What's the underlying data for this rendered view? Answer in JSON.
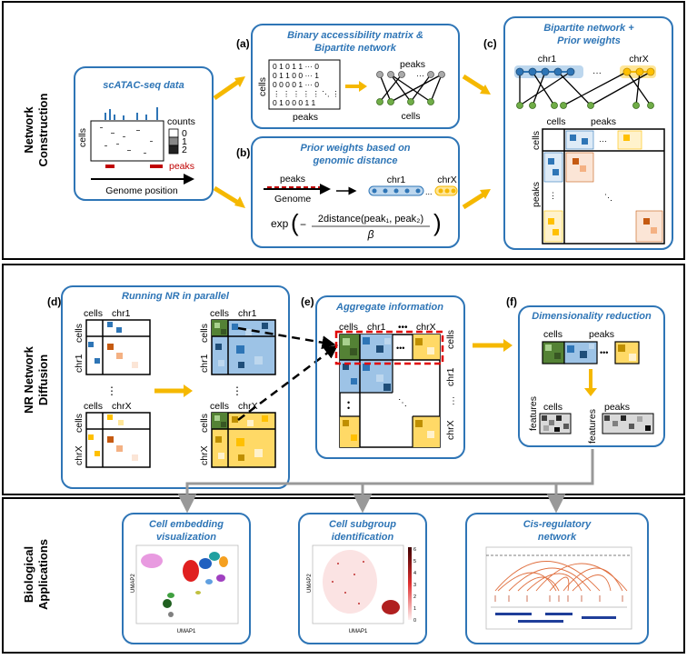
{
  "sections": {
    "network": {
      "line1": "Network",
      "line2": "Construction"
    },
    "diffusion": {
      "line1": "NR Network",
      "line2": "Diffusion"
    },
    "applications": {
      "line1": "Biological",
      "line2": "Applications"
    }
  },
  "panel_labels": {
    "a": "(a)",
    "b": "(b)",
    "c": "(c)",
    "d": "(d)",
    "e": "(e)",
    "f": "(f)"
  },
  "scatac": {
    "title": "scATAC-seq data",
    "cells": "cells",
    "counts": "counts",
    "count_levels": [
      "0",
      "1",
      "2"
    ],
    "peaks": "peaks",
    "genome_position": "Genome position"
  },
  "panel_a": {
    "title_line1": "Binary accessibility matrix &",
    "title_line2": "Bipartite network",
    "matrix_rows": [
      "0 1 0 1 1 ··· 0",
      "0 1 1 0 0 ··· 1",
      "0 0 0 0 1 ··· 0",
      "⋮  ⋮  ⋮  ⋮  ⋮  ⋱  ⋮",
      "0 1 0 0 0 1 1"
    ],
    "cells": "cells",
    "peaks": "peaks",
    "net_peaks": "peaks",
    "net_cells": "cells"
  },
  "panel_b": {
    "title_line1": "Prior weights based on",
    "title_line2": "genomic distance",
    "peaks": "peaks",
    "genome": "Genome",
    "chr1": "chr1",
    "chrX": "chrX",
    "formula": "2distance(peak₁, peak₂)",
    "formula_exp": "exp",
    "formula_beta": "β"
  },
  "panel_c": {
    "title_line1": "Bipartite network +",
    "title_line2": "Prior weights",
    "chr1": "chr1",
    "chrX": "chrX",
    "cells": "cells",
    "peaks": "peaks"
  },
  "panel_d": {
    "title": "Running NR in parallel",
    "cells": "cells",
    "chr1": "chr1",
    "chrX": "chrX"
  },
  "panel_e": {
    "title": "Aggregate information",
    "cells": "cells",
    "chr1": "chr1",
    "chrX": "chrX"
  },
  "panel_f": {
    "title": "Dimensionality reduction",
    "cells": "cells",
    "peaks": "peaks",
    "features": "features"
  },
  "applications": {
    "embedding_line1": "Cell embedding",
    "embedding_line2": "visualization",
    "subgroup_line1": "Cell subgroup",
    "subgroup_line2": "identification",
    "cisreg_line1": "Cis-regulatory",
    "cisreg_line2": "network",
    "umap1": "UMAP1",
    "umap2": "UMAP2",
    "colorbar_ticks": [
      "6",
      "5",
      "4",
      "3",
      "2",
      "1",
      "0"
    ]
  },
  "colors": {
    "frame_blue": "#2E75B6",
    "arrow_gold": "#F5B800",
    "peak_red": "#C00000",
    "green": "#70AD47",
    "orange": "#C55A11",
    "yellow": "#FFC000"
  }
}
